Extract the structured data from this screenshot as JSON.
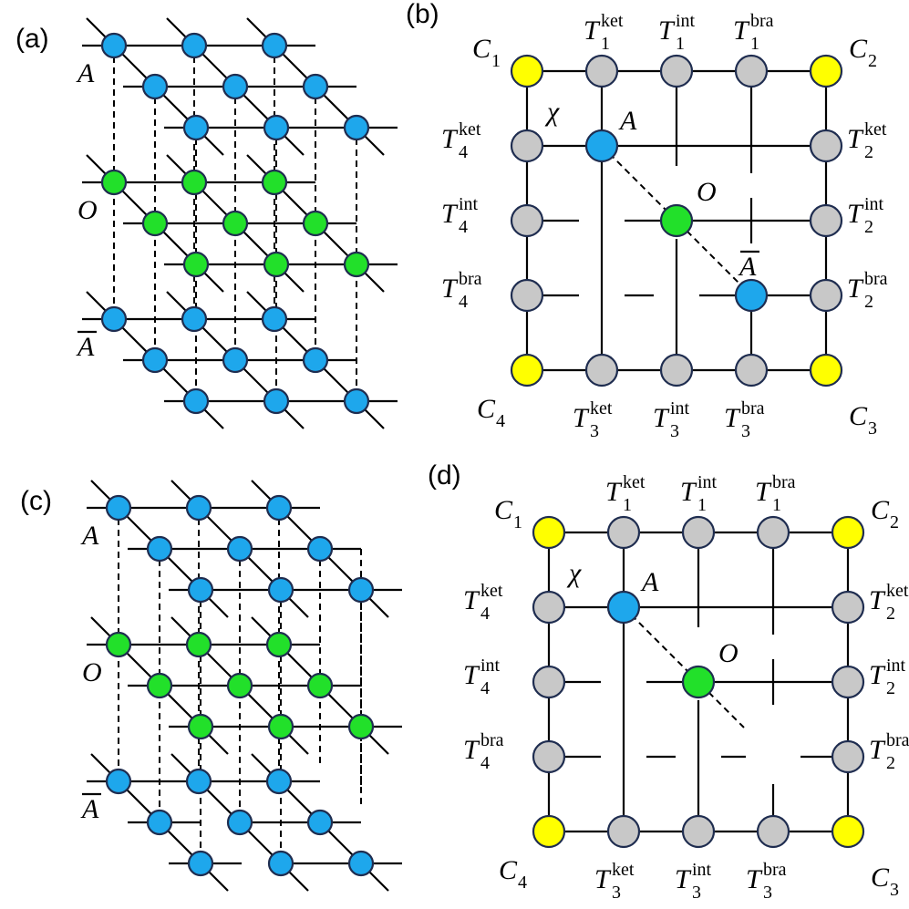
{
  "colors": {
    "site_tensor": "#1ea7ec",
    "operator": "#22e02a",
    "edge_tensor": "#c8c8c8",
    "corner_tensor": "#ffff00",
    "node_border": "#1f2d50"
  },
  "panels": {
    "a": {
      "label": "(a)",
      "labels": {
        "A": "A",
        "O": "O",
        "Abar": "A"
      }
    },
    "b": {
      "label": "(b)",
      "corners": {
        "c1": "C",
        "c1_sub": "1",
        "c2": "C",
        "c2_sub": "2",
        "c3": "C",
        "c3_sub": "3",
        "c4": "C",
        "c4_sub": "4"
      },
      "edges": {
        "t1_ket": {
          "base": "T",
          "sub": "1",
          "sup": "ket"
        },
        "t1_int": {
          "base": "T",
          "sub": "1",
          "sup": "int"
        },
        "t1_bra": {
          "base": "T",
          "sub": "1",
          "sup": "bra"
        },
        "t2_ket": {
          "base": "T",
          "sub": "2",
          "sup": "ket"
        },
        "t2_int": {
          "base": "T",
          "sub": "2",
          "sup": "int"
        },
        "t2_bra": {
          "base": "T",
          "sub": "2",
          "sup": "bra"
        },
        "t3_ket": {
          "base": "T",
          "sub": "3",
          "sup": "ket"
        },
        "t3_int": {
          "base": "T",
          "sub": "3",
          "sup": "int"
        },
        "t3_bra": {
          "base": "T",
          "sub": "3",
          "sup": "bra"
        },
        "t4_ket": {
          "base": "T",
          "sub": "4",
          "sup": "ket"
        },
        "t4_int": {
          "base": "T",
          "sub": "4",
          "sup": "int"
        },
        "t4_bra": {
          "base": "T",
          "sub": "4",
          "sup": "bra"
        }
      },
      "labels": {
        "chi": "χ",
        "A": "A",
        "O": "O",
        "Abar": "A"
      }
    },
    "c": {
      "label": "(c)",
      "labels": {
        "A": "A",
        "O": "O",
        "Abar": "A"
      }
    },
    "d": {
      "label": "(d)",
      "corners": {
        "c1": "C",
        "c1_sub": "1",
        "c2": "C",
        "c2_sub": "2",
        "c3": "C",
        "c3_sub": "3",
        "c4": "C",
        "c4_sub": "4"
      },
      "edges": {
        "t1_ket": {
          "base": "T",
          "sub": "1",
          "sup": "ket"
        },
        "t1_int": {
          "base": "T",
          "sub": "1",
          "sup": "int"
        },
        "t1_bra": {
          "base": "T",
          "sub": "1",
          "sup": "bra"
        },
        "t2_ket": {
          "base": "T",
          "sub": "2",
          "sup": "ket"
        },
        "t2_int": {
          "base": "T",
          "sub": "2",
          "sup": "int"
        },
        "t2_bra": {
          "base": "T",
          "sub": "2",
          "sup": "bra"
        },
        "t3_ket": {
          "base": "T",
          "sub": "3",
          "sup": "ket"
        },
        "t3_int": {
          "base": "T",
          "sub": "3",
          "sup": "int"
        },
        "t3_bra": {
          "base": "T",
          "sub": "3",
          "sup": "bra"
        },
        "t4_ket": {
          "base": "T",
          "sub": "4",
          "sup": "ket"
        },
        "t4_int": {
          "base": "T",
          "sub": "4",
          "sup": "int"
        },
        "t4_bra": {
          "base": "T",
          "sub": "4",
          "sup": "bra"
        }
      },
      "labels": {
        "chi": "χ",
        "A": "A",
        "O": "O"
      }
    }
  }
}
